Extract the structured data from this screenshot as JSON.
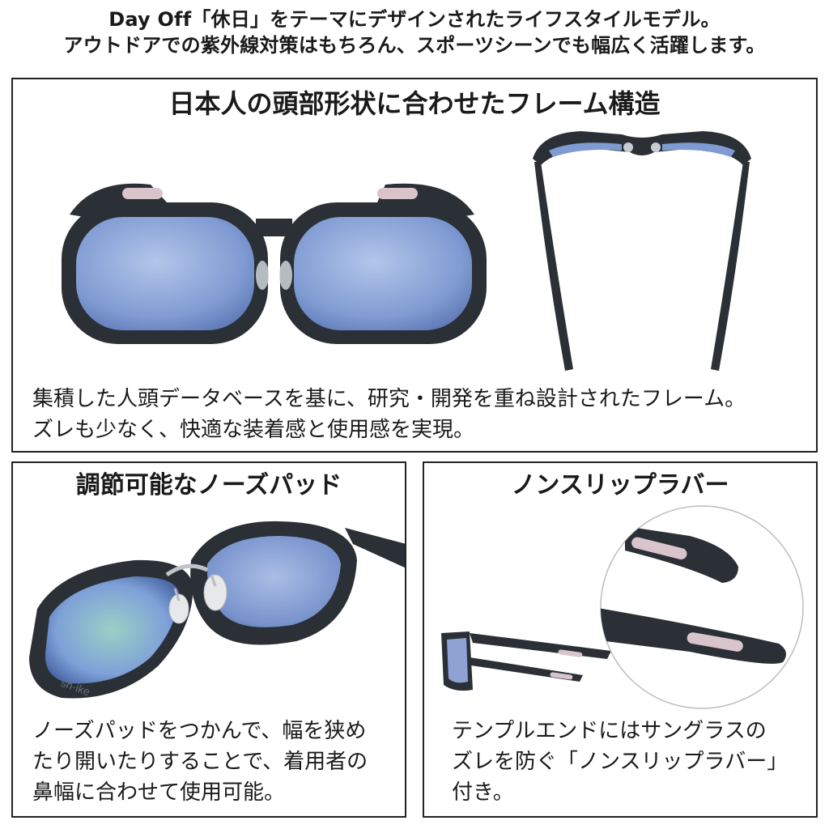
{
  "intro": {
    "line1": "Day Off「休日」をテーマにデザインされたライフスタイルモデル。",
    "line2": "アウトドアでの紫外線対策はもちろん、スポーツシーンでも幅広く活躍します。"
  },
  "panel_frame": {
    "title": "日本人の頭部形状に合わせたフレーム構造",
    "caption_line1": "集積した人頭データベースを基に、研究・開発を重ね設計されたフレーム。",
    "caption_line2": "ズレも少なく、快適な装着感と使用感を実現。"
  },
  "panel_nosepad": {
    "title": "調節可能なノーズパッド",
    "caption_line1": "ノーズパッドをつかんで、幅を狭め",
    "caption_line2": "たり開いたりすることで、着用者の",
    "caption_line3": "鼻幅に合わせて使用可能。",
    "temple_logo": "sh·ike"
  },
  "panel_rubber": {
    "title": "ノンスリップラバー",
    "caption_line1": "テンプルエンドにはサングラスの",
    "caption_line2": "ズレを防ぐ「ノンスリップラバー」",
    "caption_line3": "付き。"
  },
  "colors": {
    "frame": "#2b2f36",
    "lens": "#8ea8d9",
    "rubber": "#d9c4cc",
    "border": "#222222"
  }
}
